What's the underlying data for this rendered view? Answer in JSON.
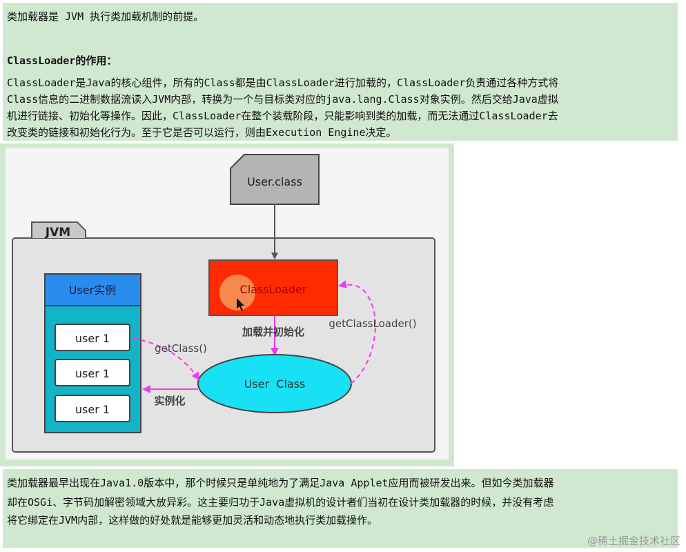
{
  "intro": {
    "line1": "类加载器是 JVM 执行类加载机制的前提。",
    "heading": "ClassLoader的作用：",
    "para": [
      "ClassLoader是Java的核心组件，所有的Class都是由ClassLoader进行加载的，ClassLoader负责通过各种方式将",
      "Class信息的二进制数据流读入JVM内部，转换为一个与目标类对应的java.lang.Class对象实例。然后交给Java虚拟",
      "机进行链接、初始化等操作。因此，ClassLoader在整个装载阶段，只能影响到类的加载，而无法通过ClassLoader去",
      "改变类的链接和初始化行为。至于它是否可以运行，则由Execution Engine决定。"
    ]
  },
  "diagram": {
    "file_label": "User.class",
    "jvm_label": "JVM",
    "classloader_label": "ClassLoader",
    "instance_header": "User实例",
    "instances": [
      "user 1",
      "user 1",
      "user 1"
    ],
    "load_init_label": "加载并初始化",
    "get_class_label": "getClass()",
    "get_classloader_label": "getClassLoader()",
    "instantiate_label": "实例化",
    "user_class_label": "User  Class"
  },
  "outro": {
    "para": [
      "类加载器最早出现在Java1.0版本中，那个时候只是单纯地为了满足Java Applet应用而被研发出来。但如今类加载器",
      "却在OSGi、字节码加解密领域大放异彩。这主要归功于Java虚拟机的设计者们当初在设计类加载器的时候，并没有考虑",
      "将它绑定在JVM内部，这样做的好处就是能够更加灵活和动态地执行类加载操作。"
    ]
  },
  "watermark": "@稀土掘金技术社区",
  "colors": {
    "panel_bg": "#cfe8cf",
    "classloader_fill": "#ff2a00",
    "user_class_fill": "#19e1f5",
    "instance_panel_fill": "#14b4c8",
    "instance_header_fill": "#2b8cf0",
    "arrow_magenta": "#f03cf0"
  }
}
